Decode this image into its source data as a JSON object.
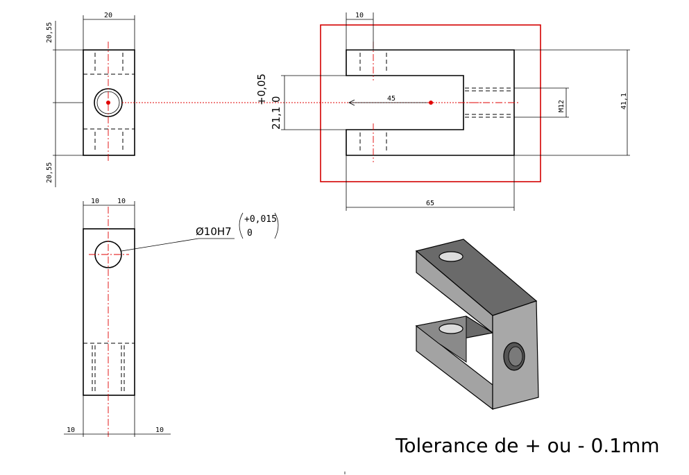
{
  "colors": {
    "line": "#000000",
    "axis": "#e00000",
    "frame": "#d40000",
    "solid_light": "#a8a8a8",
    "solid_dark": "#5a5a5a"
  },
  "dims": {
    "top_width": "20",
    "left_top": "20,55",
    "left_bottom": "20,55",
    "slot_width": "10",
    "tol_plus": "+0,05",
    "tol_zero": "0",
    "nominal": "21,1",
    "length_45": "45",
    "thread": "M12",
    "height": "41,1",
    "overall": "65",
    "side_a": "10",
    "side_b": "10",
    "hole": "Ø10H7",
    "hole_tol_upper": "+0,015",
    "hole_tol_lower": "0",
    "bottom_left": "10",
    "bottom_right": "10"
  },
  "note": "Tolerance de + ou - 0.1mm",
  "icons": [
    "iso-3d-part"
  ]
}
